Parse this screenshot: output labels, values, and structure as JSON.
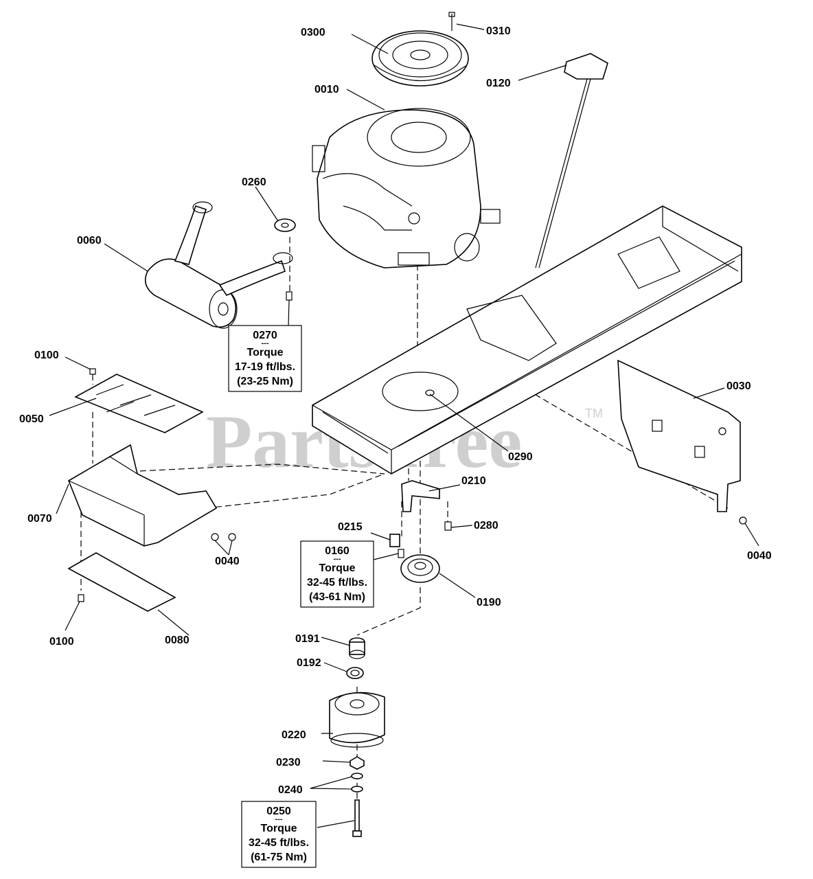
{
  "watermark": {
    "text": "PartsTree",
    "trademark": "TM"
  },
  "callouts": [
    {
      "id": "0300",
      "label": "0300"
    },
    {
      "id": "0310",
      "label": "0310"
    },
    {
      "id": "0120",
      "label": "0120"
    },
    {
      "id": "0010",
      "label": "0010"
    },
    {
      "id": "0260",
      "label": "0260"
    },
    {
      "id": "0060",
      "label": "0060"
    },
    {
      "id": "0100a",
      "label": "0100"
    },
    {
      "id": "0050",
      "label": "0050"
    },
    {
      "id": "0070",
      "label": "0070"
    },
    {
      "id": "0040a",
      "label": "0040"
    },
    {
      "id": "0100b",
      "label": "0100"
    },
    {
      "id": "0080",
      "label": "0080"
    },
    {
      "id": "0030",
      "label": "0030"
    },
    {
      "id": "0290",
      "label": "0290"
    },
    {
      "id": "0210",
      "label": "0210"
    },
    {
      "id": "0280",
      "label": "0280"
    },
    {
      "id": "0215",
      "label": "0215"
    },
    {
      "id": "0190",
      "label": "0190"
    },
    {
      "id": "0040b",
      "label": "0040"
    },
    {
      "id": "0191",
      "label": "0191"
    },
    {
      "id": "0192",
      "label": "0192"
    },
    {
      "id": "0220",
      "label": "0220"
    },
    {
      "id": "0230",
      "label": "0230"
    },
    {
      "id": "0240",
      "label": "0240"
    }
  ],
  "torque_boxes": [
    {
      "id": "0270",
      "lines": [
        "0270",
        "---",
        "Torque",
        "17-19 ft/lbs.",
        "(23-25 Nm)"
      ]
    },
    {
      "id": "0160",
      "lines": [
        "0160",
        "---",
        "Torque",
        "32-45 ft/lbs.",
        "(43-61 Nm)"
      ]
    },
    {
      "id": "0250",
      "lines": [
        "0250",
        "---",
        "Torque",
        "32-45 ft/lbs.",
        "(61-75 Nm)"
      ]
    }
  ]
}
